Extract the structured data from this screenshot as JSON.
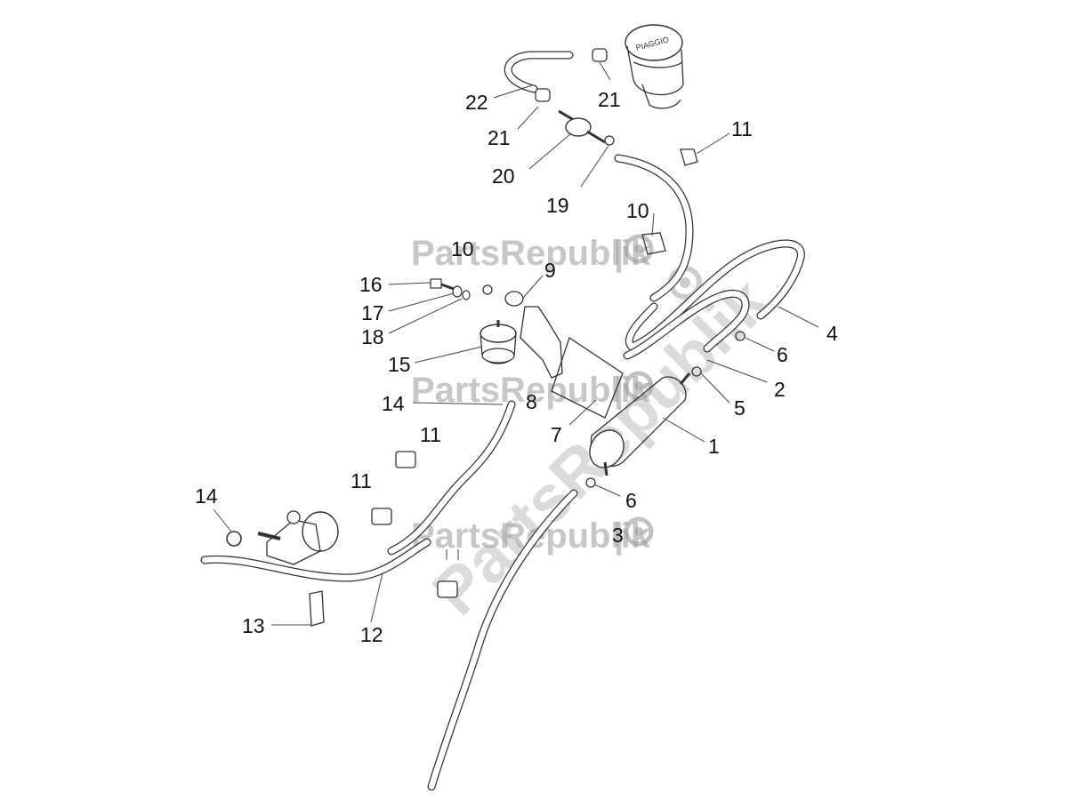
{
  "watermark": {
    "brand_text": "PartsRepublik",
    "separator": "|",
    "gear_icon": "gear-icon",
    "color": "#9a9a9a"
  },
  "cap_label": "PIAGGIO",
  "callouts": [
    "1",
    "2",
    "3",
    "4",
    "5",
    "6",
    "6",
    "7",
    "8",
    "9",
    "10",
    "10",
    "11",
    "11",
    "11",
    "12",
    "13",
    "14",
    "14",
    "15",
    "16",
    "17",
    "18",
    "19",
    "20",
    "21",
    "21",
    "22"
  ]
}
